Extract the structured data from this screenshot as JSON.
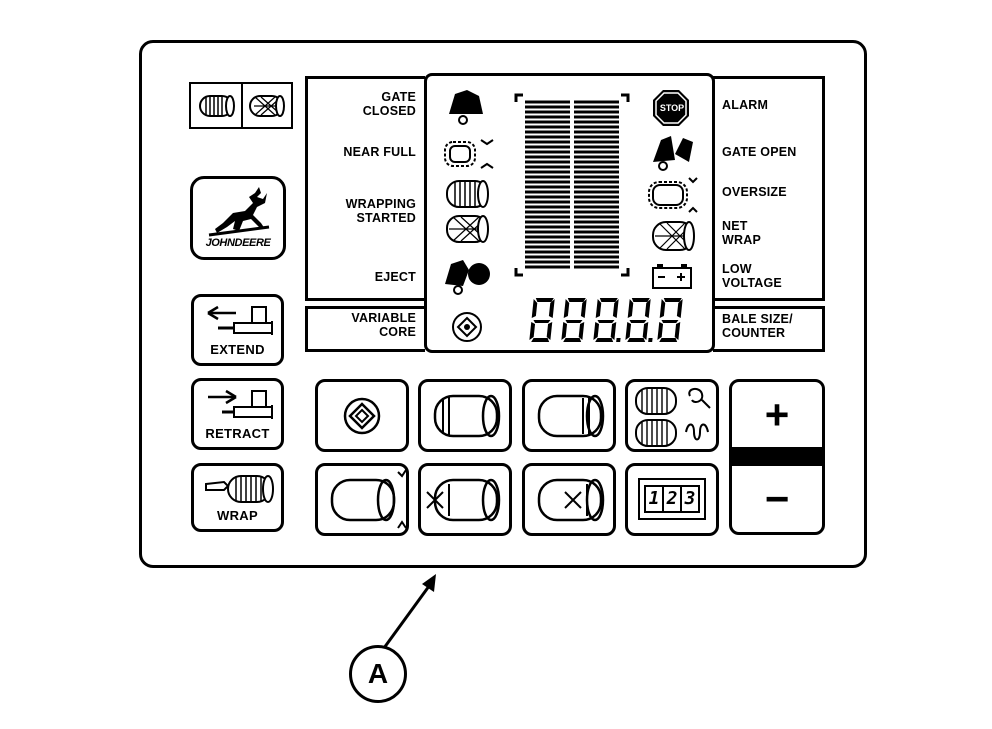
{
  "display": {
    "left_labels": {
      "gate_closed": "GATE\nCLOSED",
      "near_full": "NEAR FULL",
      "wrapping_started": "WRAPPING\nSTARTED",
      "eject": "EJECT",
      "variable_core": "VARIABLE\nCORE"
    },
    "right_labels": {
      "alarm": "ALARM",
      "gate_open": "GATE OPEN",
      "oversize": "OVERSIZE",
      "net_wrap": "NET\nWRAP",
      "low_voltage": "LOW\nVOLTAGE",
      "bale_size_counter": "BALE SIZE/\nCOUNTER"
    },
    "stop_sign_text": "STOP",
    "digital_readout": "88888"
  },
  "logo": {
    "brand_text": "JOHNDEERE"
  },
  "side_buttons": {
    "extend_label": "EXTEND",
    "retract_label": "RETRACT",
    "wrap_label": "WRAP"
  },
  "keypad": {
    "plus_label": "+",
    "minus_label": "−",
    "counter_digits": [
      "1",
      "2",
      "3"
    ]
  },
  "callout": {
    "letter": "A"
  }
}
